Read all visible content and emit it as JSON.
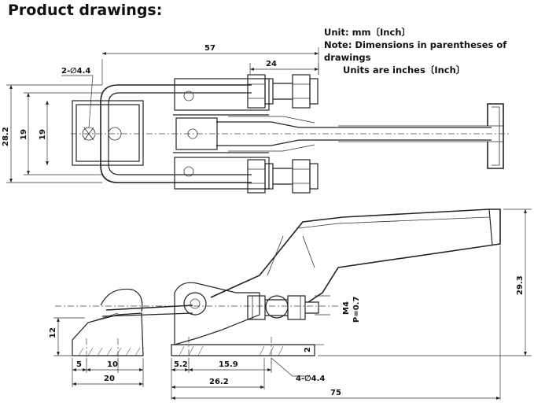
{
  "title": "Product drawings:",
  "notes": {
    "unit": "Unit: mm〔Inch〕",
    "note_line1": "Note: Dimensions in parentheses of drawings",
    "note_line2": "Units are inches〔Inch〕"
  },
  "dimensions": {
    "top_view": {
      "overall_length": "57",
      "bolt_length": "24",
      "holes": "2-∅4.4",
      "outer_height": "28.2",
      "inner_height_left": "19",
      "inner_height_right": "19"
    },
    "side_view": {
      "thread": "M4",
      "pitch": "P=0.7",
      "height": "29.3",
      "catch_height": "12",
      "catch_offset": "5",
      "catch_width": "10",
      "catch_length": "20",
      "base_offset": "5.2",
      "hole_spacing": "15.9",
      "base_length": "26.2",
      "overall_length": "75",
      "plate_thickness": "2",
      "base_holes": "4-∅4.4"
    }
  }
}
